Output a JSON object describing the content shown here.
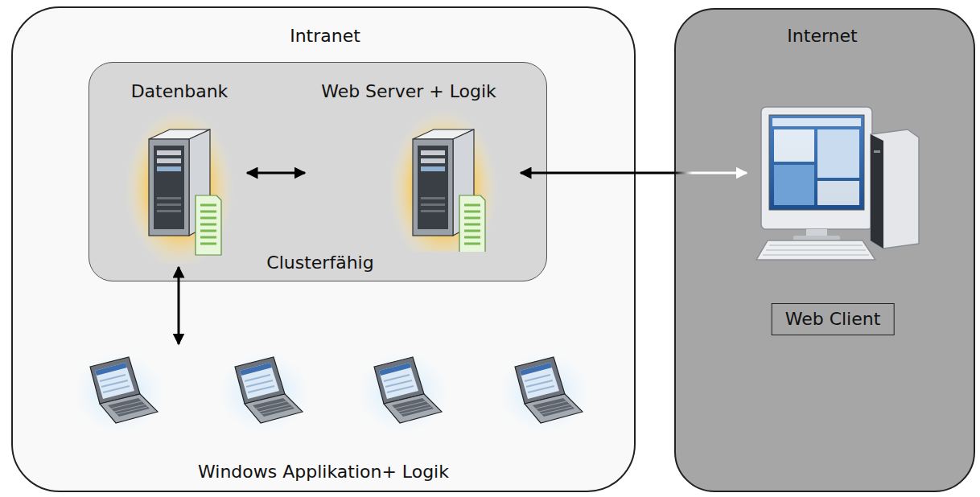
{
  "diagram": {
    "nodes": [
      {
        "text": [
          "Intranet"
        ]
      },
      {
        "text": [
          "Clusterfähig"
        ],
        "in": 0
      },
      {
        "text": [
          "Datenbank"
        ],
        "in": 1
      },
      {
        "text": [
          "Web Server + Logik"
        ],
        "in": 1
      },
      {
        "text": [
          "Windows Applikation+ Logik"
        ],
        "in": 0
      },
      {
        "text": [
          "Internet"
        ]
      },
      {
        "text": [
          "Web Client"
        ],
        "in": 5
      }
    ],
    "edges": [
      {
        "from": 2,
        "to": 3,
        "arrow": "both"
      },
      {
        "from": 2,
        "to": 4,
        "arrow": "both"
      },
      {
        "from": 3,
        "to": 6,
        "arrow": "both"
      }
    ]
  }
}
